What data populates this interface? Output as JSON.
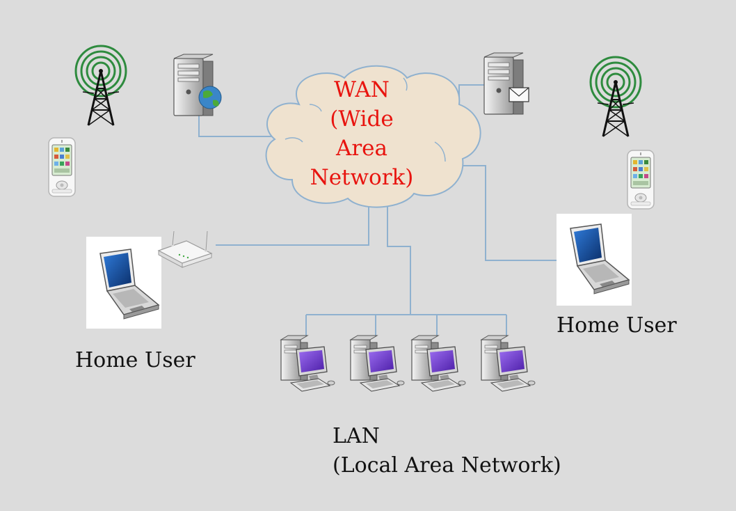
{
  "wan": {
    "lines": [
      "WAN",
      "(Wide",
      "Area",
      "Network)"
    ],
    "color": "#e8140f"
  },
  "lan": {
    "lines": [
      "LAN",
      "(Local Area Network)"
    ]
  },
  "home_user_left": {
    "label": "Home User"
  },
  "home_user_right": {
    "label": "Home User"
  },
  "colors": {
    "background": "#dcdcdc",
    "cloud_fill": "#efe2cf",
    "link_line": "#8fb1cf",
    "tower_ring": "#2e8b3e",
    "monitor_screen": "#7b3fd1"
  },
  "icons": [
    "cell-tower-icon",
    "web-server-icon",
    "mail-server-icon",
    "mobile-phone-icon",
    "wifi-router-icon",
    "laptop-icon",
    "desktop-computer-icon"
  ]
}
